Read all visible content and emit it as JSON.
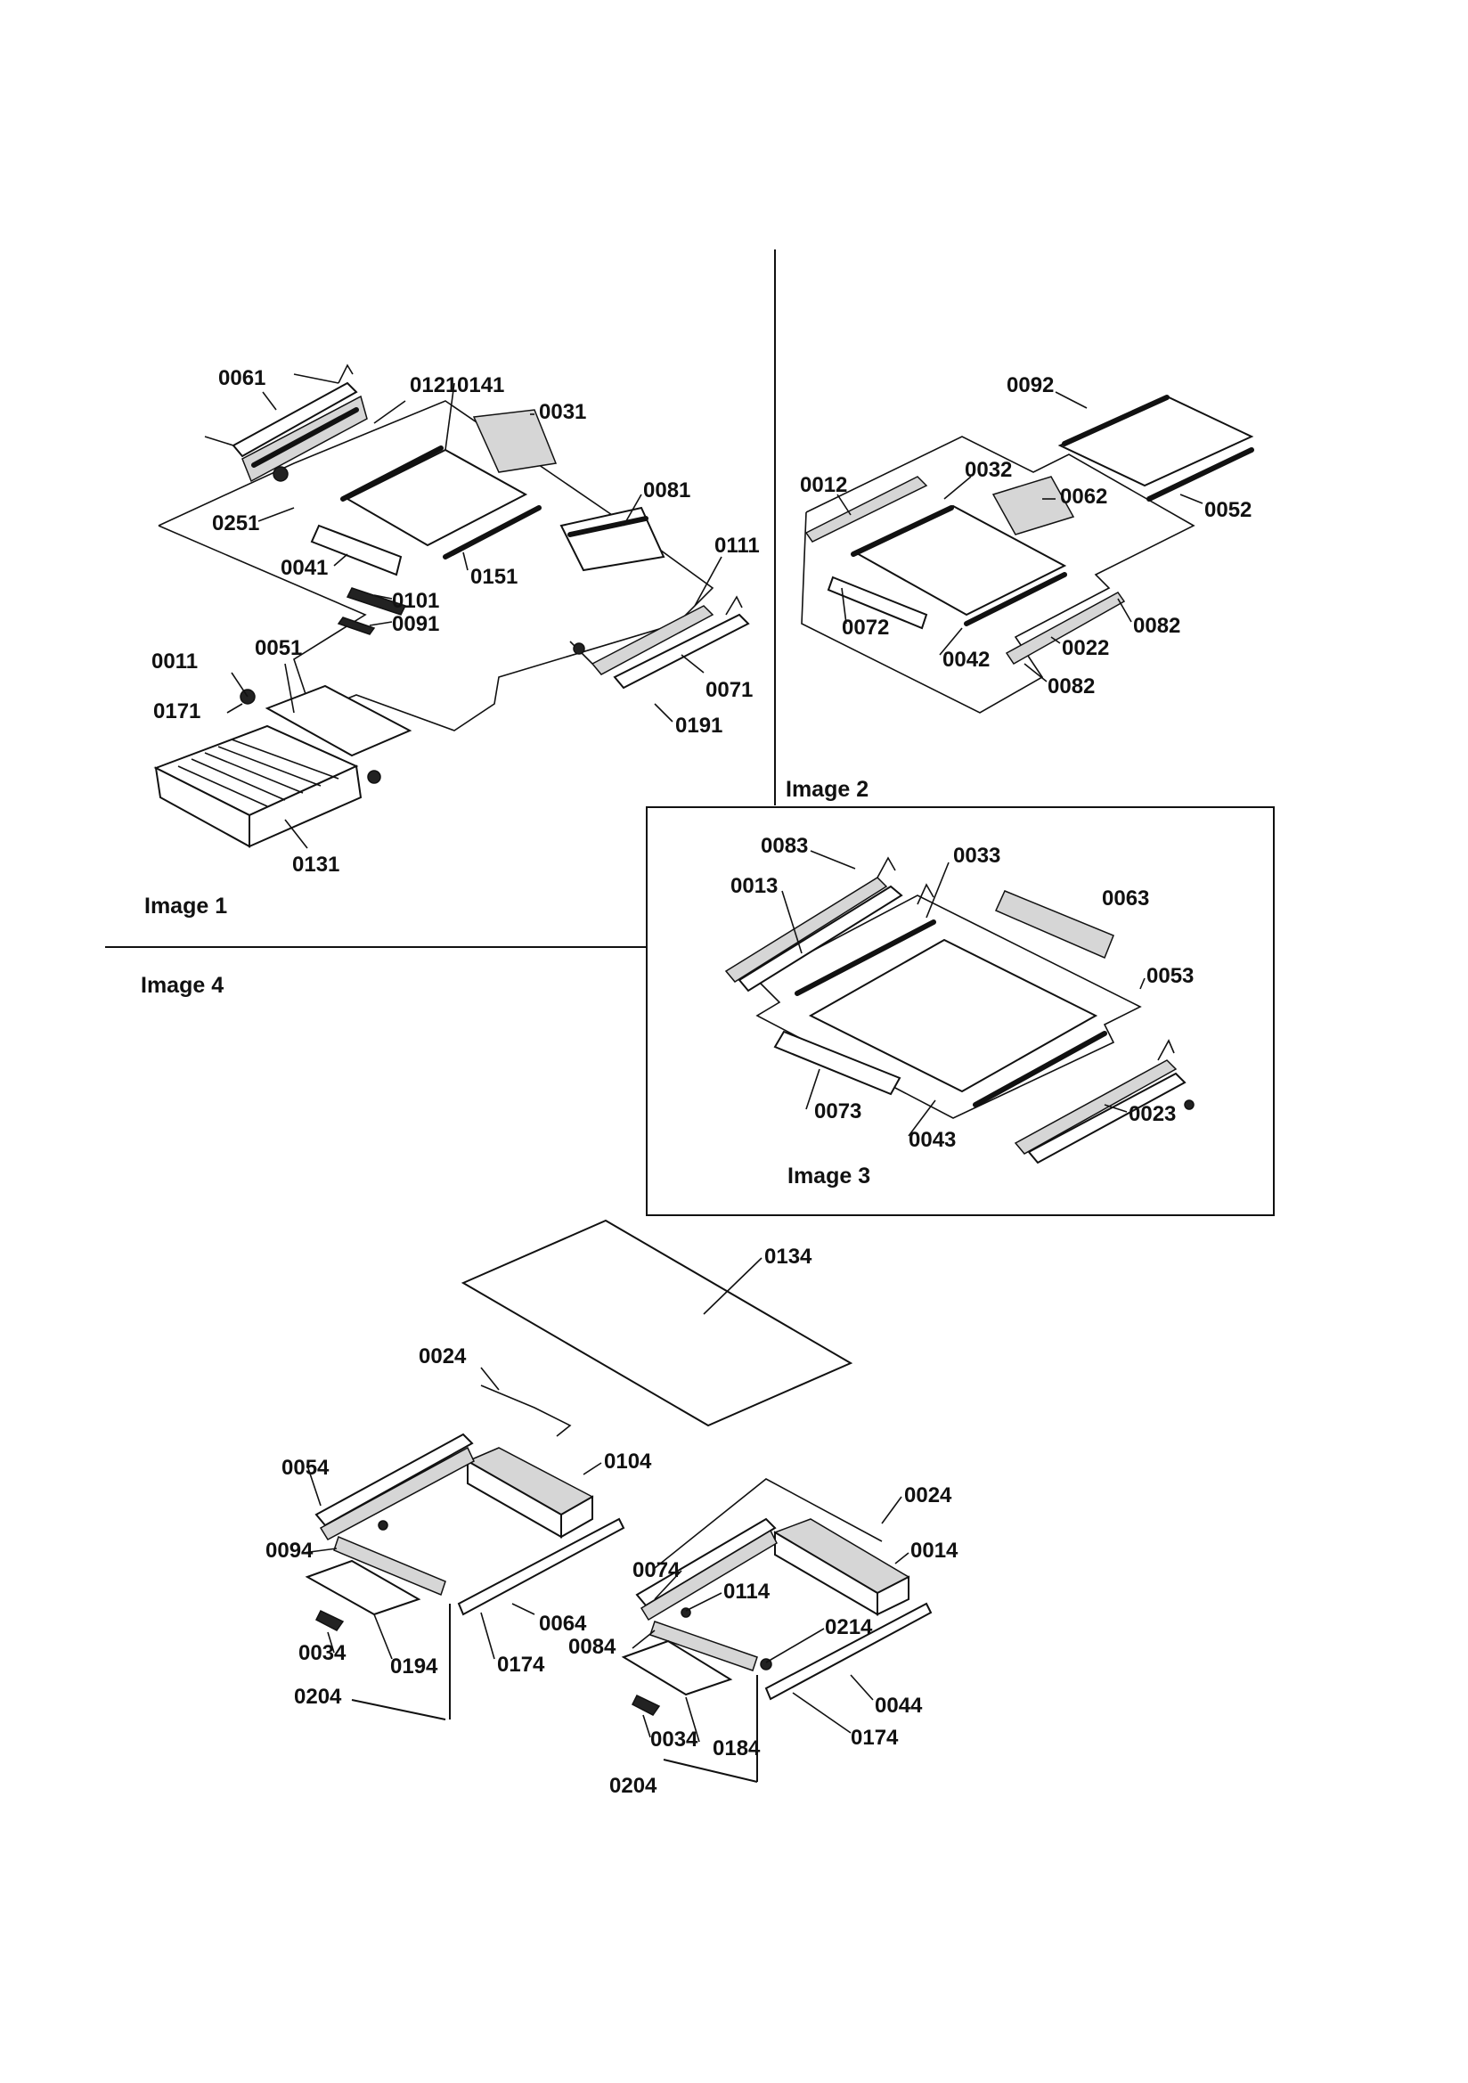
{
  "sections": [
    {
      "id": "image-1",
      "label": "Image 1"
    },
    {
      "id": "image-2",
      "label": "Image 2"
    },
    {
      "id": "image-3",
      "label": "Image 3"
    },
    {
      "id": "image-4",
      "label": "Image 4"
    }
  ],
  "image1": {
    "labels": [
      "0061",
      "0121",
      "0141",
      "0031",
      "0251",
      "0081",
      "0041",
      "0151",
      "0111",
      "0101",
      "0091",
      "0011",
      "0051",
      "0171",
      "0071",
      "0191",
      "0131"
    ]
  },
  "image2": {
    "labels": [
      "0092",
      "0012",
      "0032",
      "0062",
      "0052",
      "0072",
      "0042",
      "0022",
      "0082",
      "0082"
    ]
  },
  "image3": {
    "labels": [
      "0083",
      "0033",
      "0013",
      "0063",
      "0053",
      "0073",
      "0043",
      "0023"
    ]
  },
  "image4": {
    "labels": [
      "0134",
      "0024",
      "0054",
      "0104",
      "0024",
      "0014",
      "0094",
      "0074",
      "0114",
      "0064",
      "0214",
      "0034",
      "0194",
      "0174",
      "0084",
      "0044",
      "0204",
      "0034",
      "0184",
      "0174",
      "0204"
    ]
  }
}
